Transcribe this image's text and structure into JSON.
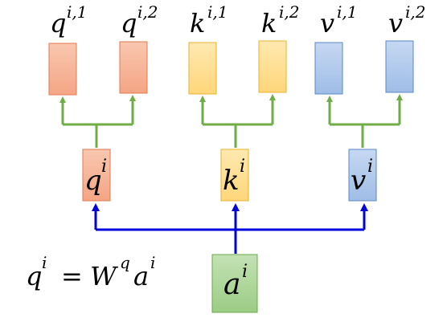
{
  "colors": {
    "q_fill": "#f4a584",
    "q_fill_light": "#f9c7b0",
    "q_stroke": "#e07a50",
    "k_fill": "#ffd67a",
    "k_fill_light": "#ffe9b0",
    "k_stroke": "#e8b230",
    "v_fill": "#9fbde6",
    "v_fill_light": "#c6d8f2",
    "v_stroke": "#5b87c5",
    "a_fill": "#9ccc84",
    "a_fill_light": "#c4e2b4",
    "a_stroke": "#6aa84f",
    "green_arrow": "#70ad47",
    "blue_arrow": "#0000dd"
  },
  "labels": {
    "q_i1": {
      "base": "q",
      "sup": "i,1"
    },
    "q_i2": {
      "base": "q",
      "sup": "i,2"
    },
    "k_i1": {
      "base": "k",
      "sup": "i,1"
    },
    "k_i2": {
      "base": "k",
      "sup": "i,2"
    },
    "v_i1": {
      "base": "v",
      "sup": "i,1"
    },
    "v_i2": {
      "base": "v",
      "sup": "i,2"
    },
    "q_i": {
      "base": "q",
      "sup": "i"
    },
    "k_i": {
      "base": "k",
      "sup": "i"
    },
    "v_i": {
      "base": "v",
      "sup": "i"
    },
    "a_i": {
      "base": "a",
      "sup": "i"
    }
  },
  "equation": {
    "lhs_base": "q",
    "lhs_sup": "i",
    "equals": "=",
    "w_base": "W",
    "w_sup": "q",
    "a_base": "a",
    "a_sup": "i"
  }
}
